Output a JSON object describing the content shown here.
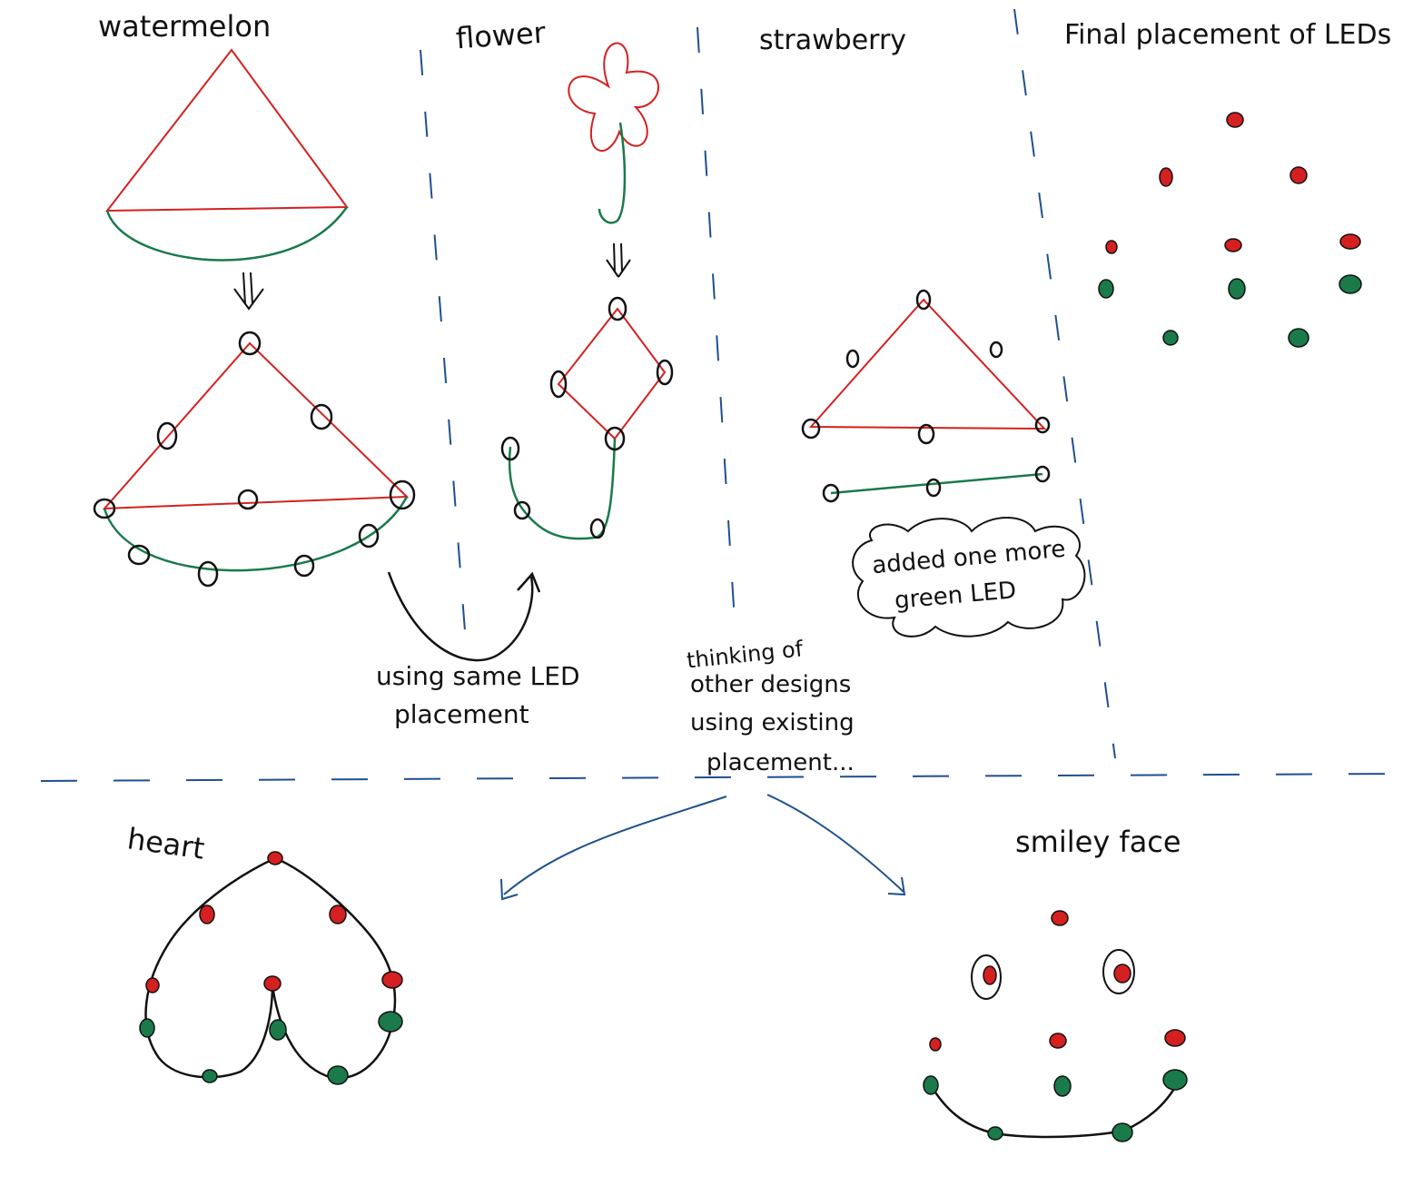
{
  "labels": {
    "watermelon": "watermelon",
    "flower": "flower",
    "strawberry": "strawberry",
    "final": "Final placement of LEDs",
    "note_same_1": "using same LED",
    "note_same_2": "placement",
    "note_added_1": "added one more",
    "note_added_2": "green LED",
    "note_think_1": "thinking of",
    "note_think_2": "other designs",
    "note_think_3": "using existing",
    "note_think_4": "placement...",
    "heart": "heart",
    "smiley": "smiley face"
  },
  "colors": {
    "red": "#d42020",
    "green": "#1a7a4a",
    "ink": "#111111",
    "blue": "#1f4f8f"
  }
}
